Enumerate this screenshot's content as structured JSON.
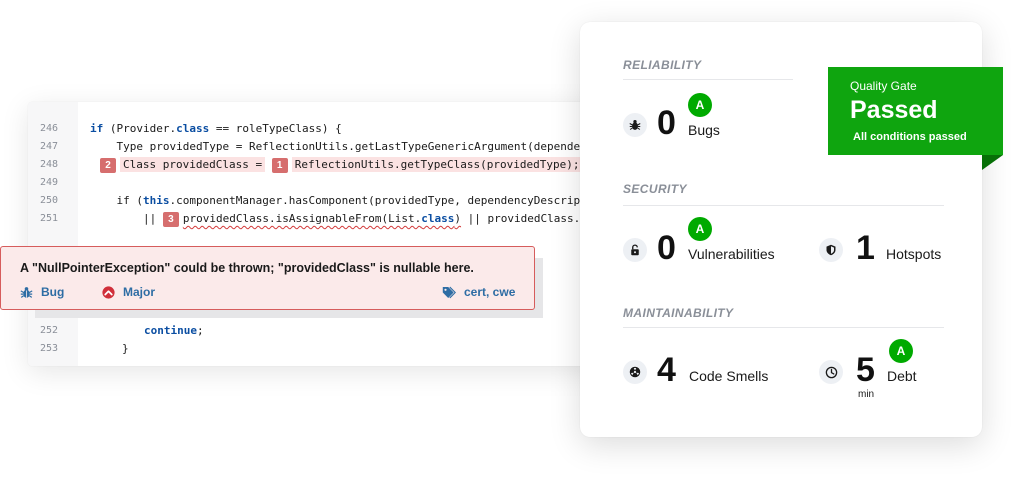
{
  "code": {
    "lines": [
      {
        "num": "246",
        "kw": "if",
        "text_a": " (Provider.",
        "kw2": "class",
        "text_b": " == roleTypeClass) {"
      },
      {
        "num": "247",
        "text": "    Type providedType = ReflectionUtils.getLastTypeGenericArgument(dependencyDe"
      },
      {
        "num": "248",
        "marker2": "2",
        "hl_text": "Class providedClass =",
        "marker1": "1",
        "hl_text2": "ReflectionUtils.getTypeClass(providedType);"
      },
      {
        "num": "249",
        "text": ""
      },
      {
        "num": "250",
        "text_pre": "    if (",
        "kw": "this",
        "text": ".componentManager.hasComponent(providedType, dependencyDescriptor.g"
      },
      {
        "num": "251",
        "text_pre": "        || ",
        "marker3": "3",
        "sq_text": "providedClass.isAssignableFrom(List.",
        "kw": "class",
        "sq_text2": ")",
        "text_post": " || providedClass.isAs"
      },
      {
        "num": "252",
        "kw": "continue",
        "text": ";"
      },
      {
        "num": "253",
        "text": "}"
      }
    ]
  },
  "issue": {
    "message": "A \"NullPointerException\" could be thrown; \"providedClass\" is nullable here.",
    "type": "Bug",
    "severity": "Major",
    "tags": "cert, cwe",
    "type_icon": "bug-icon",
    "severity_icon": "major-severity-icon",
    "tags_icon": "tag-icon"
  },
  "metrics": {
    "reliability": {
      "title": "RELIABILITY",
      "bugs": {
        "value": "0",
        "label": "Bugs",
        "rating": "A",
        "icon": "bug-icon"
      }
    },
    "security": {
      "title": "SECURITY",
      "vulnerabilities": {
        "value": "0",
        "label": "Vulnerabilities",
        "rating": "A",
        "icon": "lock-icon"
      },
      "hotspots": {
        "value": "1",
        "label": "Hotspots",
        "icon": "shield-icon"
      }
    },
    "maintainability": {
      "title": "MAINTAINABILITY",
      "code_smells": {
        "value": "4",
        "label": "Code Smells",
        "icon": "radiation-icon"
      },
      "debt": {
        "value": "5",
        "unit": "min",
        "label": "Debt",
        "rating": "A",
        "icon": "clock-icon"
      }
    }
  },
  "quality_gate": {
    "title": "Quality Gate",
    "status": "Passed",
    "subtitle": "All conditions passed"
  },
  "colors": {
    "rating_a": "#00aa00",
    "gate_passed": "#0fa50f",
    "issue_border": "#d65c5c",
    "issue_bg": "#fbeaea",
    "link_blue": "#2e6da4"
  }
}
